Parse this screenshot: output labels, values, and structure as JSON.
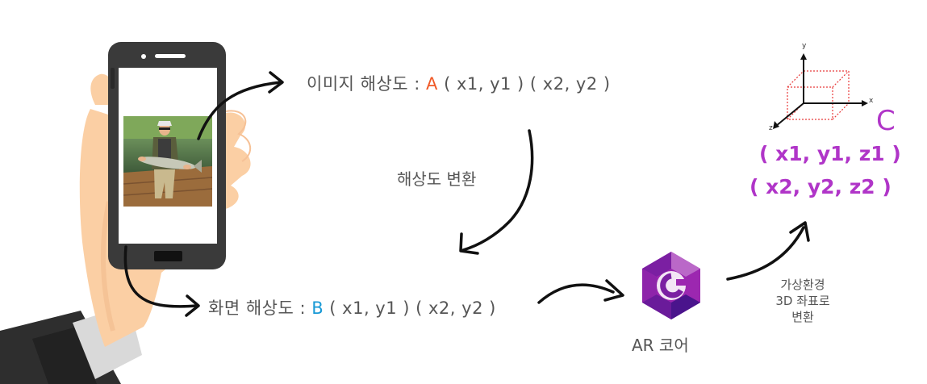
{
  "image_res": {
    "prefix": "이미지 해상도 : ",
    "letter": "A",
    "coords": " ( x1, y1 ) ( x2, y2 )"
  },
  "conversion": {
    "label": "해상도 변환"
  },
  "screen_res": {
    "prefix": "화면 해상도 : ",
    "letter": "B",
    "coords": " ( x1, y1 ) ( x2, y2 )"
  },
  "ar_core": {
    "label": "AR 코어"
  },
  "virtual": {
    "line1": "가상환경",
    "line2": "3D 좌표로",
    "line3": "변환"
  },
  "c_block": {
    "letter": "C",
    "coord1": "( x1, y1, z1 )",
    "coord2": "( x2, y2, z2 )"
  },
  "axes": {
    "x": "x",
    "y": "y",
    "z": "z"
  },
  "colors": {
    "letter_a": "#f05a28",
    "letter_b": "#1a9ad6",
    "purple": "#b035c8",
    "text_gray": "#555555",
    "phone_body": "#3a3a3a",
    "skin": "#fcd0a6",
    "dashed_cube": "#e83a3a"
  },
  "icons": [
    "phone-icon",
    "hand-icon",
    "ar-core-logo-icon",
    "3d-axes-icon",
    "arrow-icon"
  ]
}
